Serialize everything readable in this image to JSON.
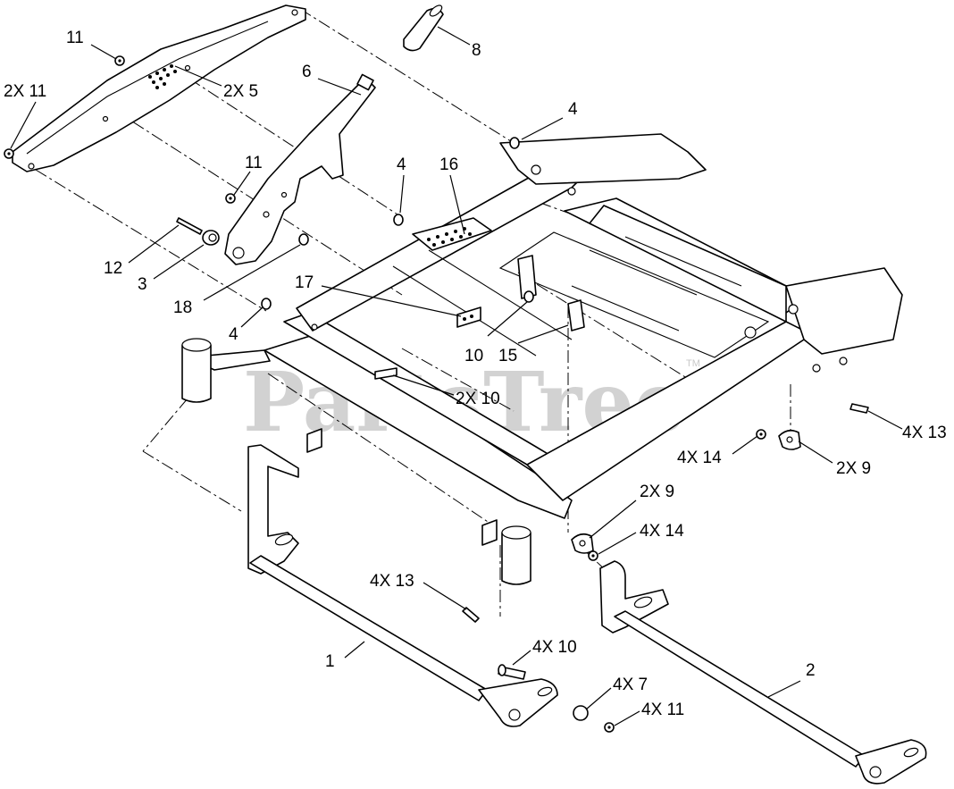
{
  "watermark": {
    "text": "PartsTree",
    "trademark": "TM"
  },
  "callouts": [
    {
      "id": "c1",
      "text": "11"
    },
    {
      "id": "c2",
      "text": "2X 11"
    },
    {
      "id": "c3",
      "text": "2X 5"
    },
    {
      "id": "c4",
      "text": "6"
    },
    {
      "id": "c5",
      "text": "8"
    },
    {
      "id": "c6",
      "text": "4"
    },
    {
      "id": "c7",
      "text": "11"
    },
    {
      "id": "c8",
      "text": "4"
    },
    {
      "id": "c9",
      "text": "16"
    },
    {
      "id": "c10",
      "text": "12"
    },
    {
      "id": "c11",
      "text": "3"
    },
    {
      "id": "c12",
      "text": "18"
    },
    {
      "id": "c13",
      "text": "17"
    },
    {
      "id": "c14",
      "text": "4"
    },
    {
      "id": "c15",
      "text": "10"
    },
    {
      "id": "c16",
      "text": "15"
    },
    {
      "id": "c17",
      "text": "2X 10"
    },
    {
      "id": "c18",
      "text": "4X 13"
    },
    {
      "id": "c19",
      "text": "4X 14"
    },
    {
      "id": "c20",
      "text": "2X 9"
    },
    {
      "id": "c21",
      "text": "2X 9"
    },
    {
      "id": "c22",
      "text": "4X 14"
    },
    {
      "id": "c23",
      "text": "4X 13"
    },
    {
      "id": "c24",
      "text": "1"
    },
    {
      "id": "c25",
      "text": "4X 10"
    },
    {
      "id": "c26",
      "text": "2"
    },
    {
      "id": "c27",
      "text": "4X 7"
    },
    {
      "id": "c28",
      "text": "4X 11"
    }
  ]
}
